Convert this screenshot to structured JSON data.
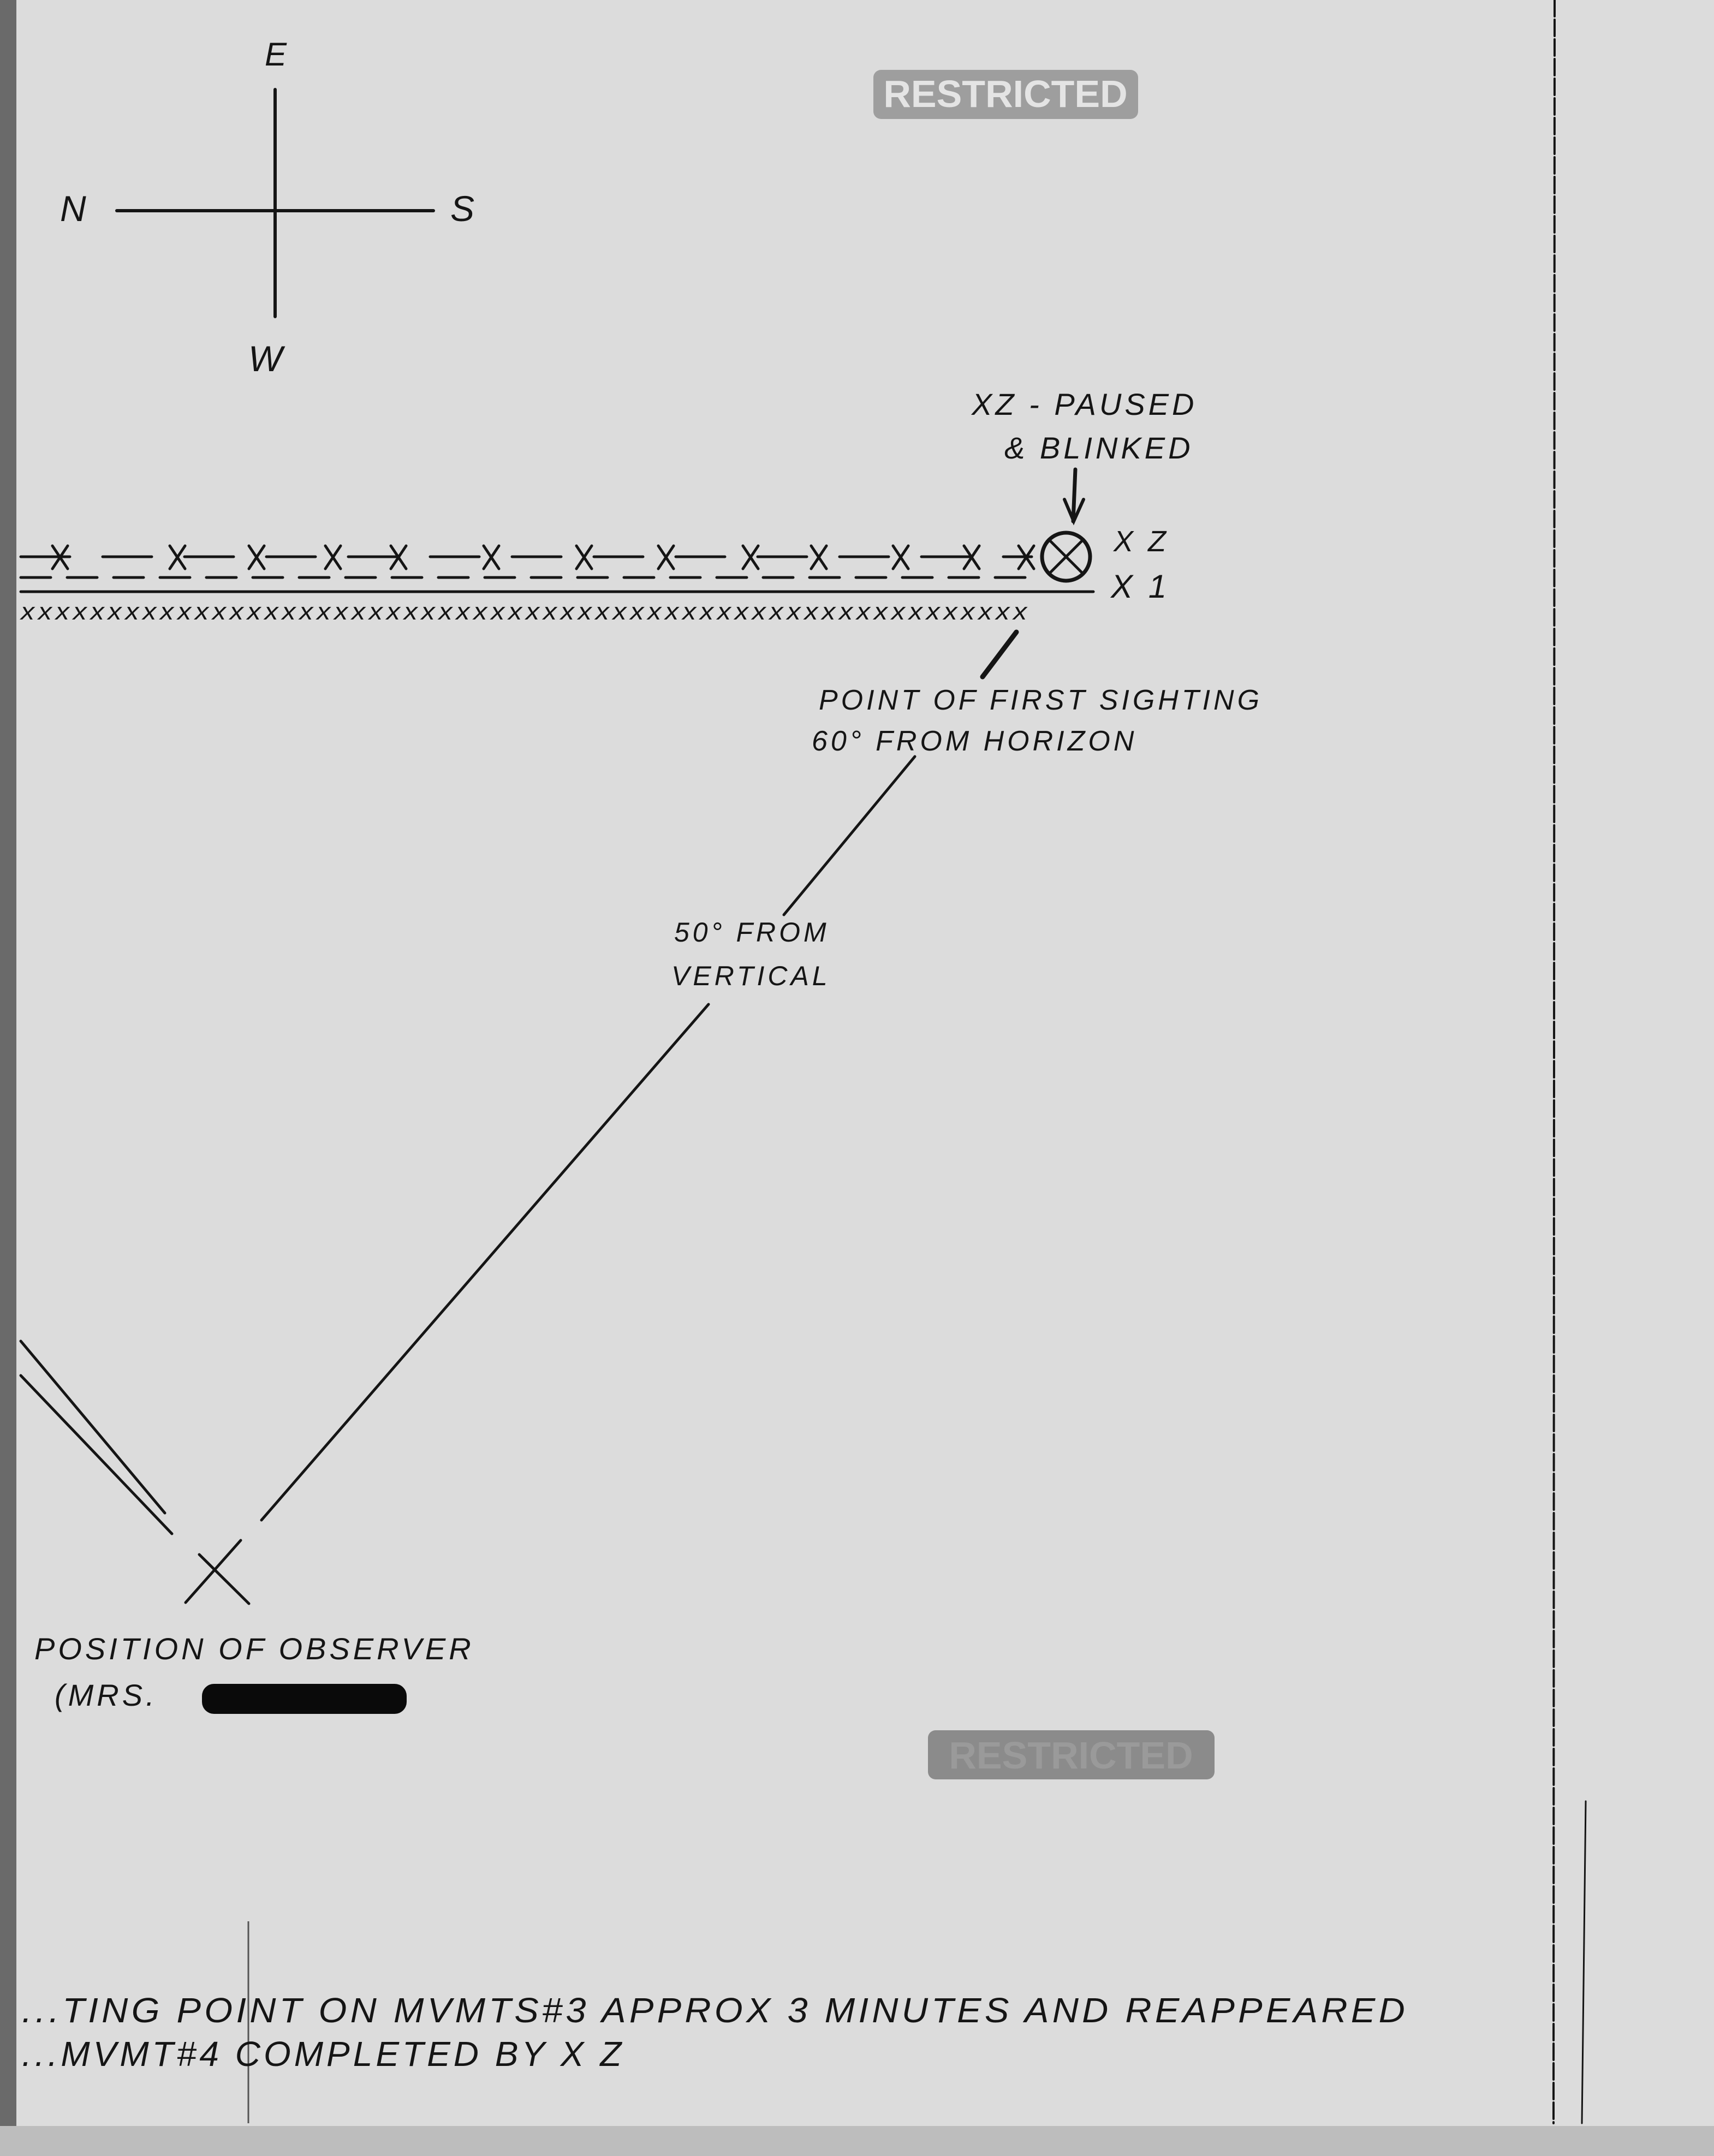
{
  "compass": {
    "north": "N",
    "south": "S",
    "east": "E",
    "west": "W"
  },
  "stamps": {
    "top": "RESTRICTED",
    "bottom": "RESTRICTED"
  },
  "labels": {
    "paused_line1": "XZ - PAUSED",
    "paused_line2": "& BLINKED",
    "xz": "X Z",
    "x1": "X 1",
    "first_sighting_line1": "POINT OF FIRST SIGHTING",
    "first_sighting_line2": "60° FROM HORIZON",
    "vertical_line1": "50° FROM",
    "vertical_line2": "VERTICAL",
    "observer_line1": "POSITION OF OBSERVER",
    "observer_line2": "(MRS."
  },
  "footer": {
    "line1": "...TING POINT ON MVMTS#3 APPROX 3 MINUTES AND REAPPEARED",
    "line2": "...MVMT#4 COMPLETED BY X Z"
  },
  "colors": {
    "paper": "#dcdcdc",
    "ink": "#151515"
  }
}
